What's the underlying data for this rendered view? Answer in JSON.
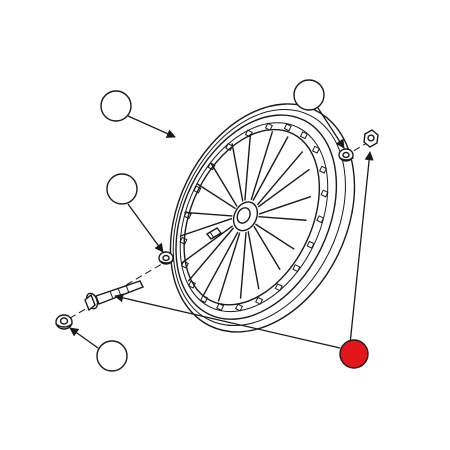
{
  "diagram": {
    "callouts": [
      {
        "id": "wheel",
        "label": ""
      },
      {
        "id": "upper-washer",
        "label": ""
      },
      {
        "id": "left-washer",
        "label": ""
      },
      {
        "id": "end-cap",
        "label": ""
      },
      {
        "id": "axle-bolt-nut-set",
        "label": "",
        "highlighted": true
      }
    ],
    "colors": {
      "line": "#1a1a1a",
      "background": "#ffffff",
      "highlight": "#e4141b"
    }
  }
}
